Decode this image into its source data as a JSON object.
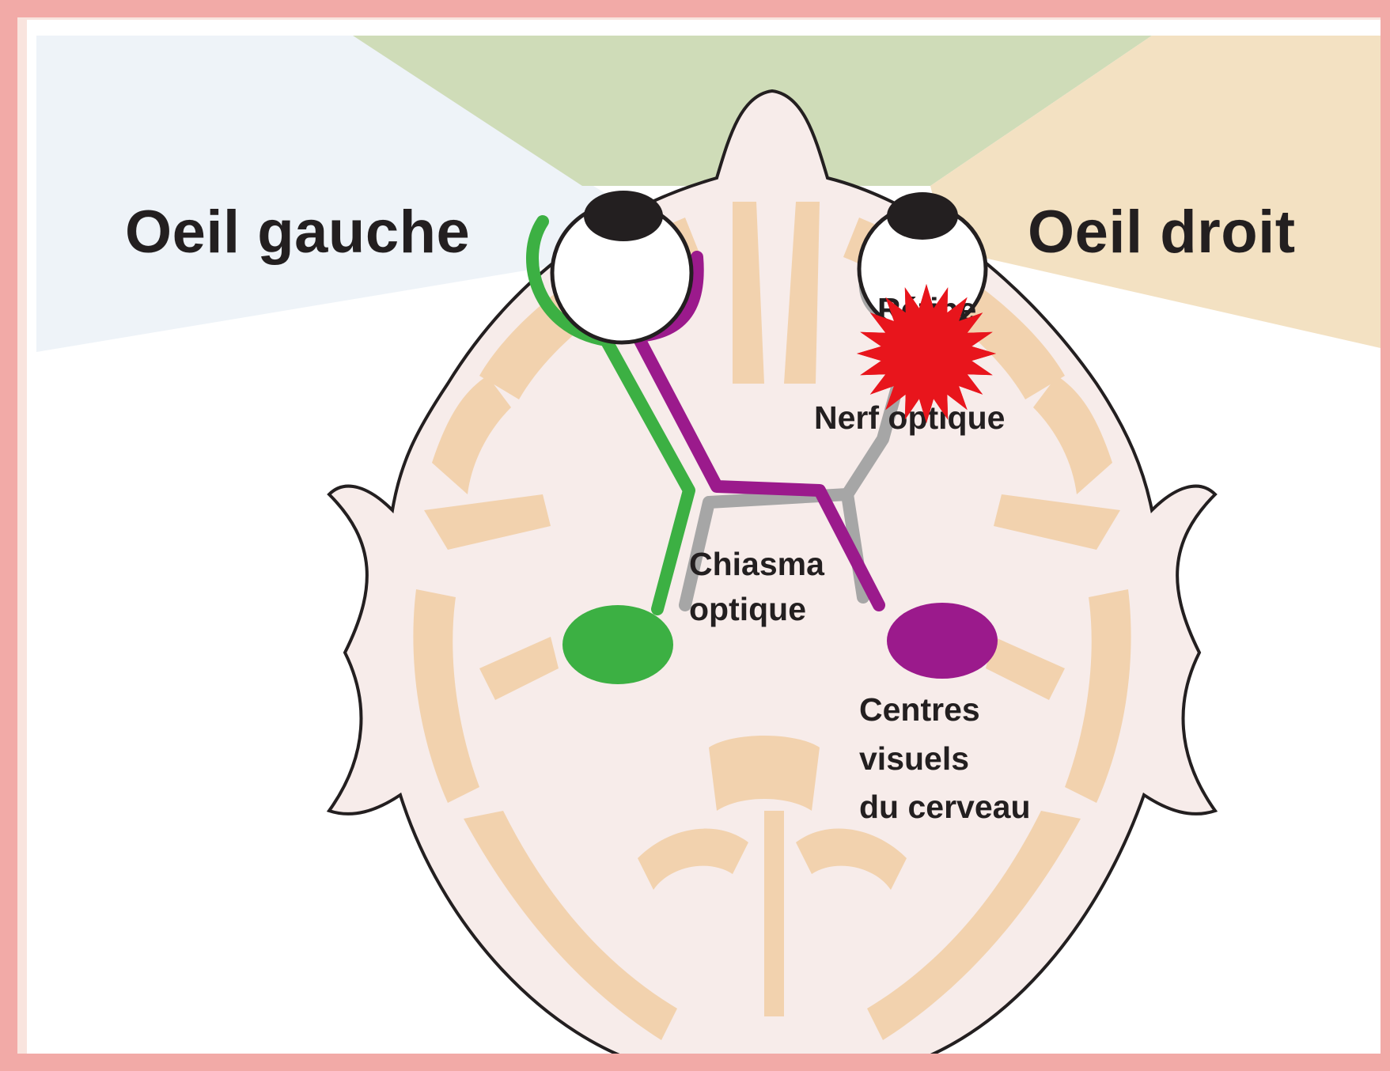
{
  "title": "",
  "labels": {
    "left_eye": "Oeil gauche",
    "right_eye": "Oeil droit",
    "retina": "Rétine",
    "optic_nerve": "Nerf optique",
    "chiasm_line1": "Chiasma",
    "chiasm_line2": "optique",
    "centres_line1": "Centres",
    "centres_line2": "visuels",
    "centres_line3": "du cerveau"
  },
  "colors": {
    "left_visual_field": "#eef3f8",
    "center_visual_field": "#cfdcb8",
    "right_visual_field": "#f3e1c2",
    "brain_fill": "#f7ecea",
    "cortex": "#f2d2ae",
    "green_pathway": "#3cb043",
    "purple_pathway": "#9b1a8c",
    "grey_pathway": "#a6a6a6",
    "lesion": "#e8151c",
    "outline": "#231f20"
  },
  "annotations": [
    {
      "type": "lesion",
      "shape": "starburst",
      "location": "right eye retina / optic nerve"
    }
  ]
}
